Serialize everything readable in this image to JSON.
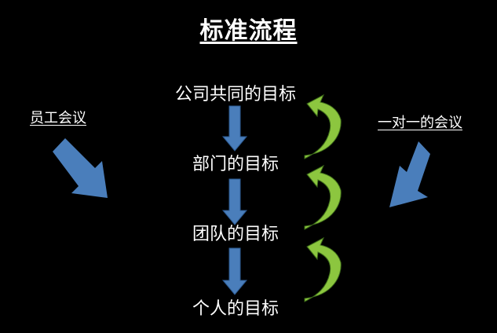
{
  "title": "标准流程",
  "levels": [
    {
      "label": "公司共同的目标"
    },
    {
      "label": "部门的目标"
    },
    {
      "label": "团队的目标"
    },
    {
      "label": "个人的目标"
    }
  ],
  "side_labels": {
    "left": "员工会议",
    "right": "一对一的会议"
  },
  "colors": {
    "background": "#000000",
    "text": "#ffffff",
    "down_arrow_fill": "#4a7ebb",
    "down_arrow_stroke": "#2c5a92",
    "curved_arrow_fill": "#8cc63f",
    "curved_arrow_stroke": "#3d6b1a",
    "diagonal_arrow_fill": "#4a7ebb"
  }
}
